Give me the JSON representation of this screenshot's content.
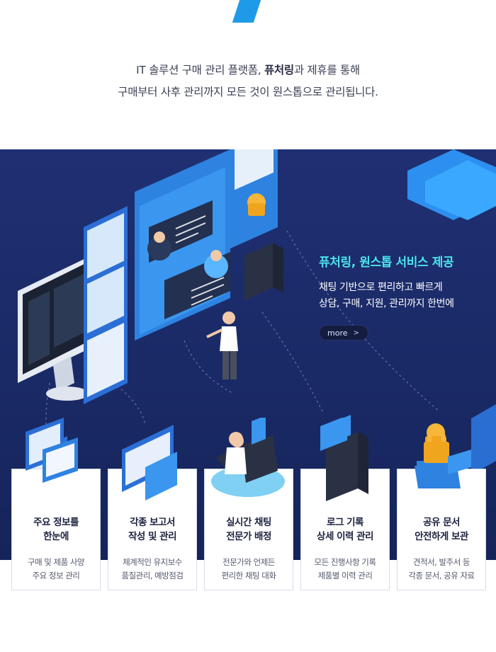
{
  "intro": {
    "line1_pre": "IT 솔루션 구매 관리 플랫폼, ",
    "line1_bold": "퓨처링",
    "line1_post": "과 제휴를 통해",
    "line2": "구매부터 사후 관리까지 모든 것이 원스톱으로 관리됩니다."
  },
  "promo": {
    "title": "퓨처링, 원스톱 서비스 제공",
    "desc_line1": "채팅 기반으로 편리하고 빠르게",
    "desc_line2": "상담, 구매, 지원, 관리까지 한번에",
    "more_label": "more",
    "more_chevron": ">"
  },
  "cards": [
    {
      "title": "주요 정보를\n한눈에",
      "desc": "구매 및 제품 사양\n주요 정보 관리"
    },
    {
      "title": "각종 보고서\n작성 및 관리",
      "desc": "체계적인 유지보수\n품질관리, 예방점검"
    },
    {
      "title": "실시간 채팅\n전문가 배정",
      "desc": "전문가와 언제든\n편리한 채팅 대화"
    },
    {
      "title": "로그 기록\n상세 이력 관리",
      "desc": "모든 진행사항 기록\n제품별 이력 관리"
    },
    {
      "title": "공유 문서\n안전하게 보관",
      "desc": "견적서, 발주서 등\n각종 문서, 공유 자료"
    }
  ],
  "colors": {
    "accent": "#1f9ae8",
    "band": "#1f2f72",
    "promo_title": "#4ce3ee"
  }
}
